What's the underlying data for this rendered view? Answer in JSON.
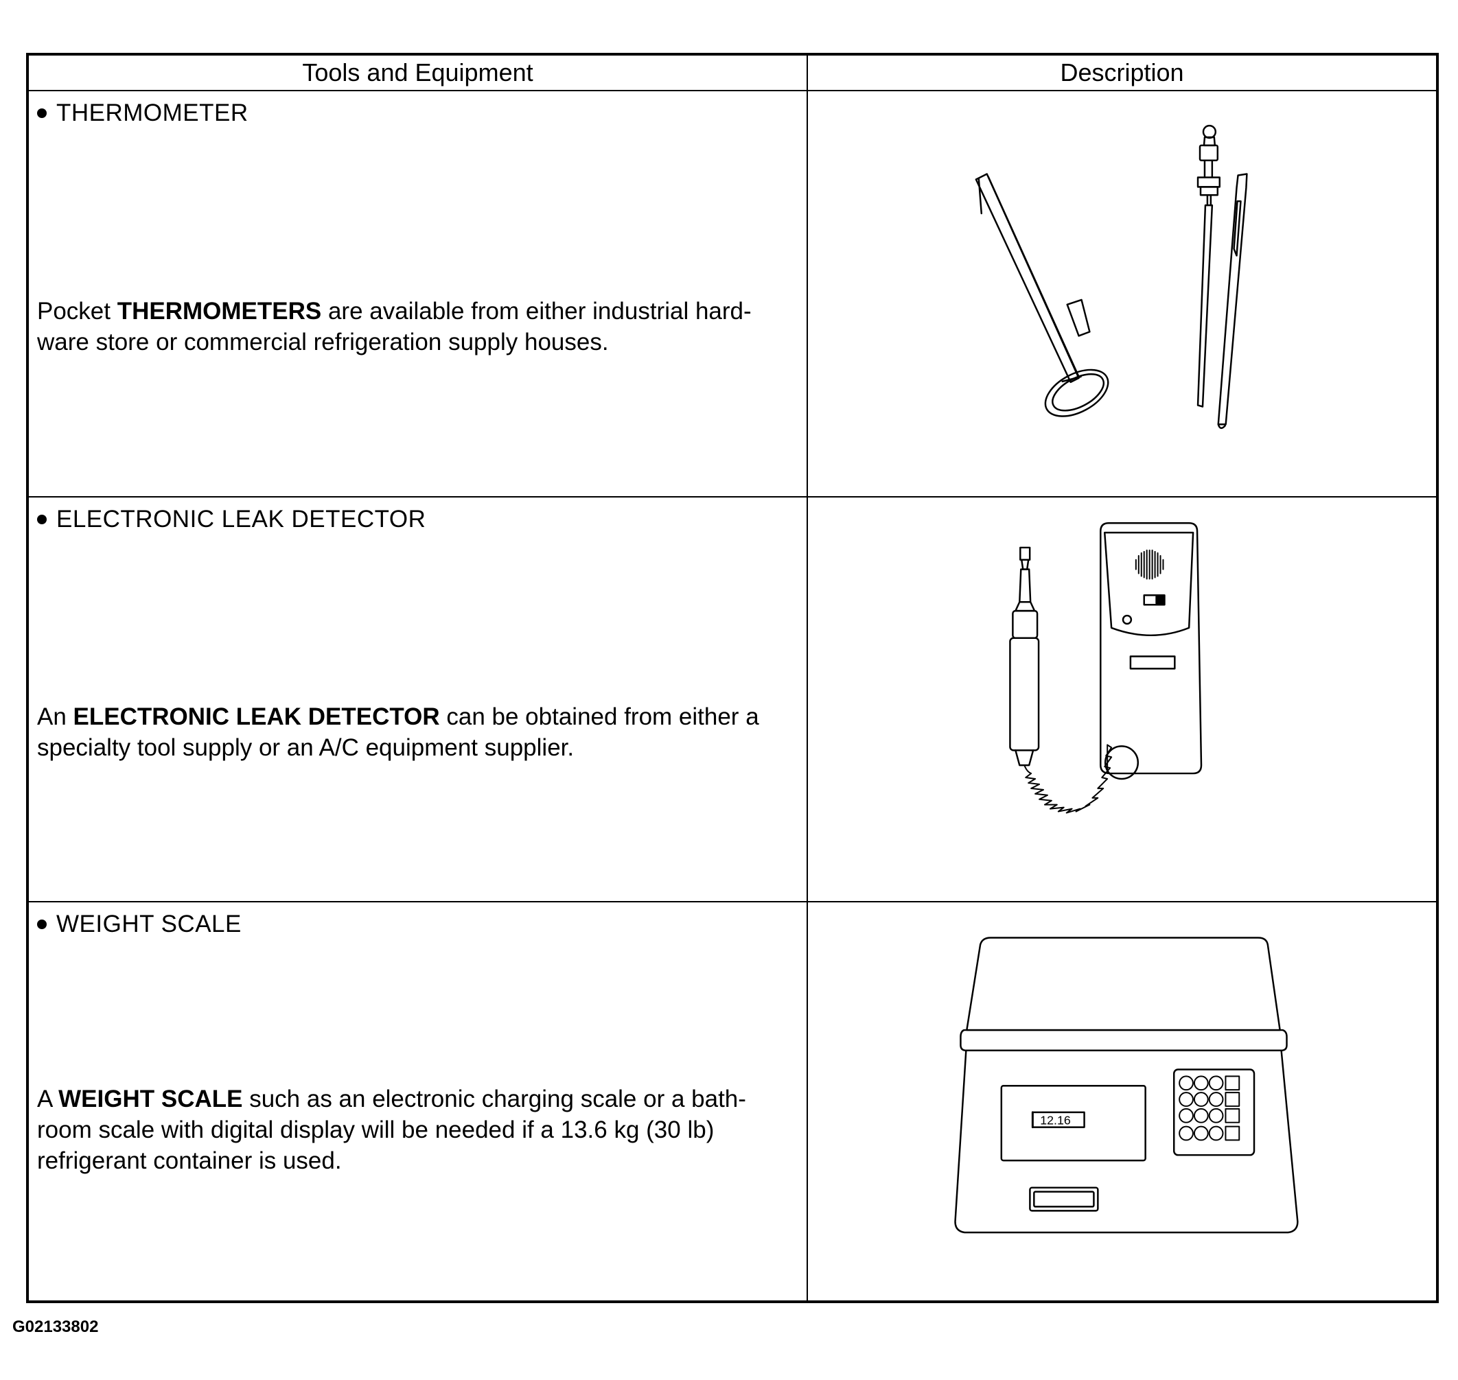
{
  "table": {
    "header": {
      "col1": "Tools and Equipment",
      "col2": "Description"
    },
    "rows": [
      {
        "tool": "THERMOMETER",
        "desc_pre": "Pocket ",
        "desc_bold": "THERMOMETERS",
        "desc_line1_rest": " are available from either industrial hard-",
        "desc_line2": "ware store or commercial refrigeration supply houses.",
        "illustration_icon": "pocket-thermometers-icon"
      },
      {
        "tool": "ELECTRONIC LEAK DETECTOR",
        "desc_pre": "An ",
        "desc_bold": "ELECTRONIC LEAK DETECTOR",
        "desc_line1_rest": " can be obtained from either a",
        "desc_line2": "specialty tool supply or an A/C equipment supplier.",
        "illustration_icon": "leak-detector-icon"
      },
      {
        "tool": "WEIGHT SCALE",
        "desc_pre": "A ",
        "desc_bold": "WEIGHT SCALE",
        "desc_line1_rest": " such as an electronic charging scale or a bath-",
        "desc_line2": "room scale with digital display will be needed if a 13.6 kg (30 lb)",
        "desc_line3": "refrigerant container is used.",
        "illustration_icon": "weight-scale-icon",
        "display_text": "12.16"
      }
    ]
  },
  "footer": {
    "code": "G02133802"
  }
}
